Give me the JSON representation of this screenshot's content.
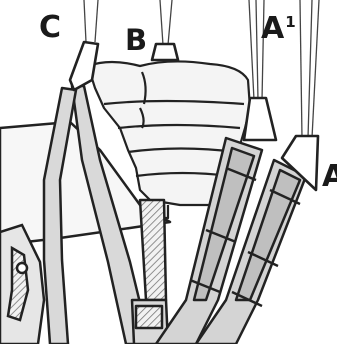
{
  "labels": {
    "c": "C",
    "b": "B",
    "a1_letter": "A",
    "a1_superscript": "1",
    "a": "A"
  }
}
